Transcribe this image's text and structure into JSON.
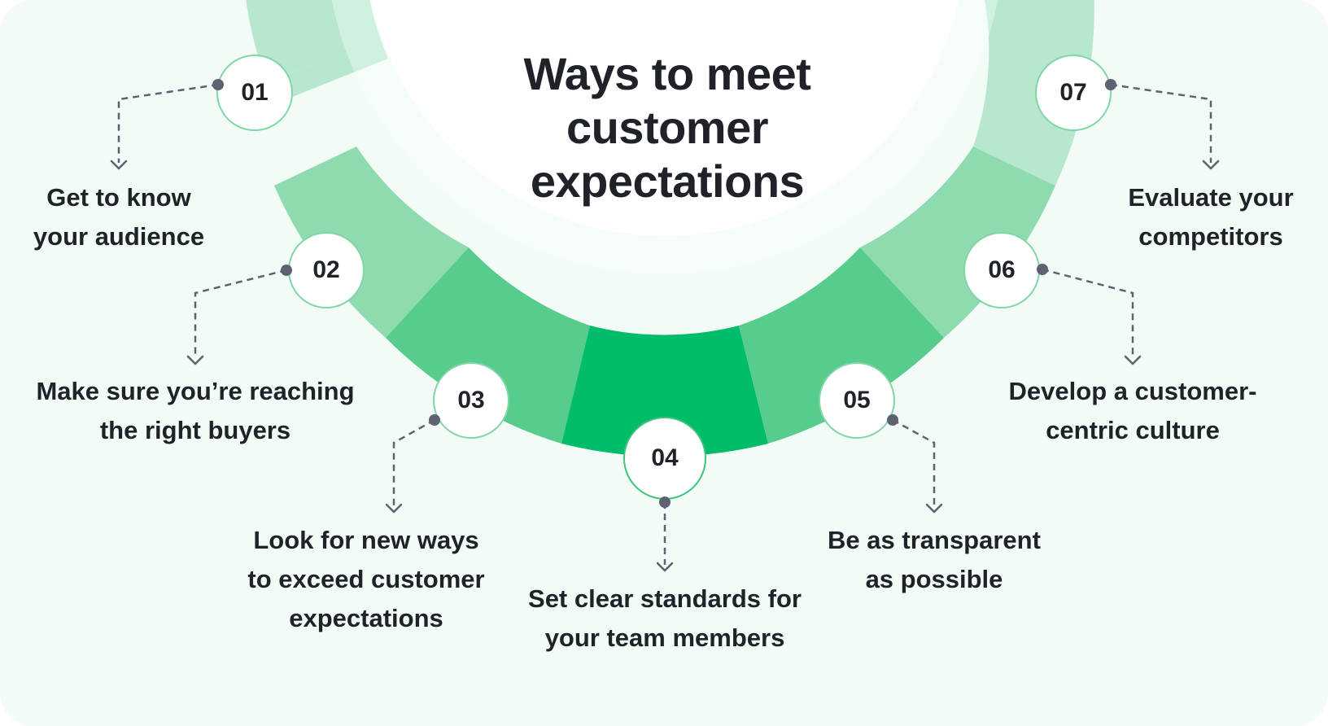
{
  "title": "Ways to meet customer expectations",
  "colors": {
    "background": "#f2fbf6",
    "center_fill": "#ffffff",
    "ring_shades": [
      "#b7e8cf",
      "#8edbb0",
      "#58cc8d",
      "#00bc6b"
    ],
    "badge_border": "#3cc47c",
    "connector": "#5c6270",
    "text": "#1f2329"
  },
  "steps": [
    {
      "number": "01",
      "label": "Get to know your audience"
    },
    {
      "number": "02",
      "label": "Make sure you’re reaching the right buyers"
    },
    {
      "number": "03",
      "label": "Look for new ways to exceed customer expectations"
    },
    {
      "number": "04",
      "label": "Set clear standards for your team members"
    },
    {
      "number": "05",
      "label": "Be as transparent as possible"
    },
    {
      "number": "06",
      "label": "Develop a customer-centric culture"
    },
    {
      "number": "07",
      "label": "Evaluate your competitors"
    }
  ]
}
